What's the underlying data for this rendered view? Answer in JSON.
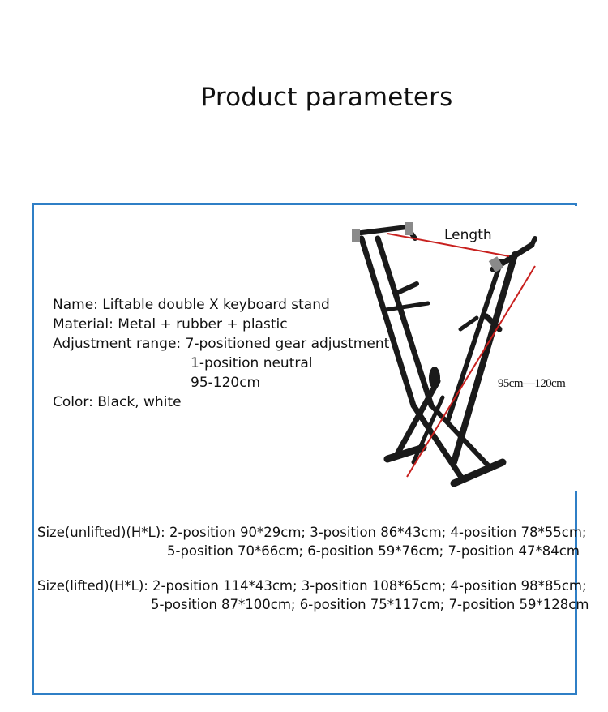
{
  "title": "Product parameters",
  "specs": {
    "name": "Name: Liftable double X keyboard stand",
    "material": "Material: Metal + rubber + plastic",
    "adjustment_label": "Adjustment range: 7-positioned gear adjustment",
    "adjustment_line2": "1-position neutral",
    "adjustment_line3": "95-120cm",
    "color": "Color: Black, white"
  },
  "diagram": {
    "length_label": "Length",
    "height_label": "95cm—120cm"
  },
  "sizes": {
    "unlifted_line1": "Size(unlifted)(H*L): 2-position 90*29cm; 3-position 86*43cm; 4-position 78*55cm;",
    "unlifted_line2": "5-position 70*66cm; 6-position 59*76cm; 7-position 47*84cm",
    "lifted_line1": "Size(lifted)(H*L): 2-position 114*43cm; 3-position 108*65cm; 4-position 98*85cm;",
    "lifted_line2": "5-position 87*100cm; 6-position 75*117cm; 7-position 59*128cm"
  },
  "colors": {
    "frame": "#2f7fc6",
    "annotation_line": "#c8201e",
    "stand": "#1a1a1a"
  }
}
